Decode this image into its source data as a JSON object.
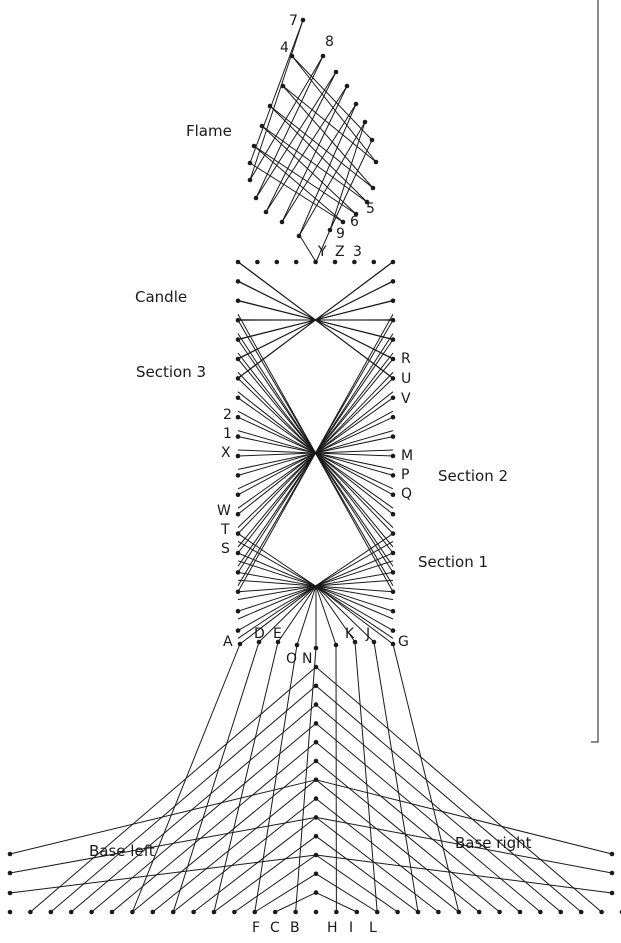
{
  "titles": {
    "flame": "Flame",
    "candle": "Candle",
    "section3": "Section 3",
    "section2": "Section 2",
    "section1": "Section 1",
    "base_left": "Base left",
    "base_right": "Base right"
  },
  "labels": {
    "n7": "7",
    "n4": "4",
    "n8": "8",
    "n6": "6",
    "n5": "5",
    "n9": "9",
    "Y": "Y",
    "Z": "Z",
    "n3": "3",
    "R": "R",
    "U": "U",
    "V": "V",
    "n2": "2",
    "n1": "1",
    "X": "X",
    "M": "M",
    "P": "P",
    "Q": "Q",
    "W": "W",
    "T": "T",
    "S": "S",
    "A": "A",
    "D": "D",
    "E": "E",
    "K": "K",
    "J": "J",
    "G": "G",
    "O": "O",
    "N": "N",
    "F": "F",
    "C": "C",
    "B": "B",
    "H": "H",
    "I": "I",
    "L": "L"
  },
  "colors": {
    "ink": "#1a1a1a",
    "background": "#ffffff"
  }
}
